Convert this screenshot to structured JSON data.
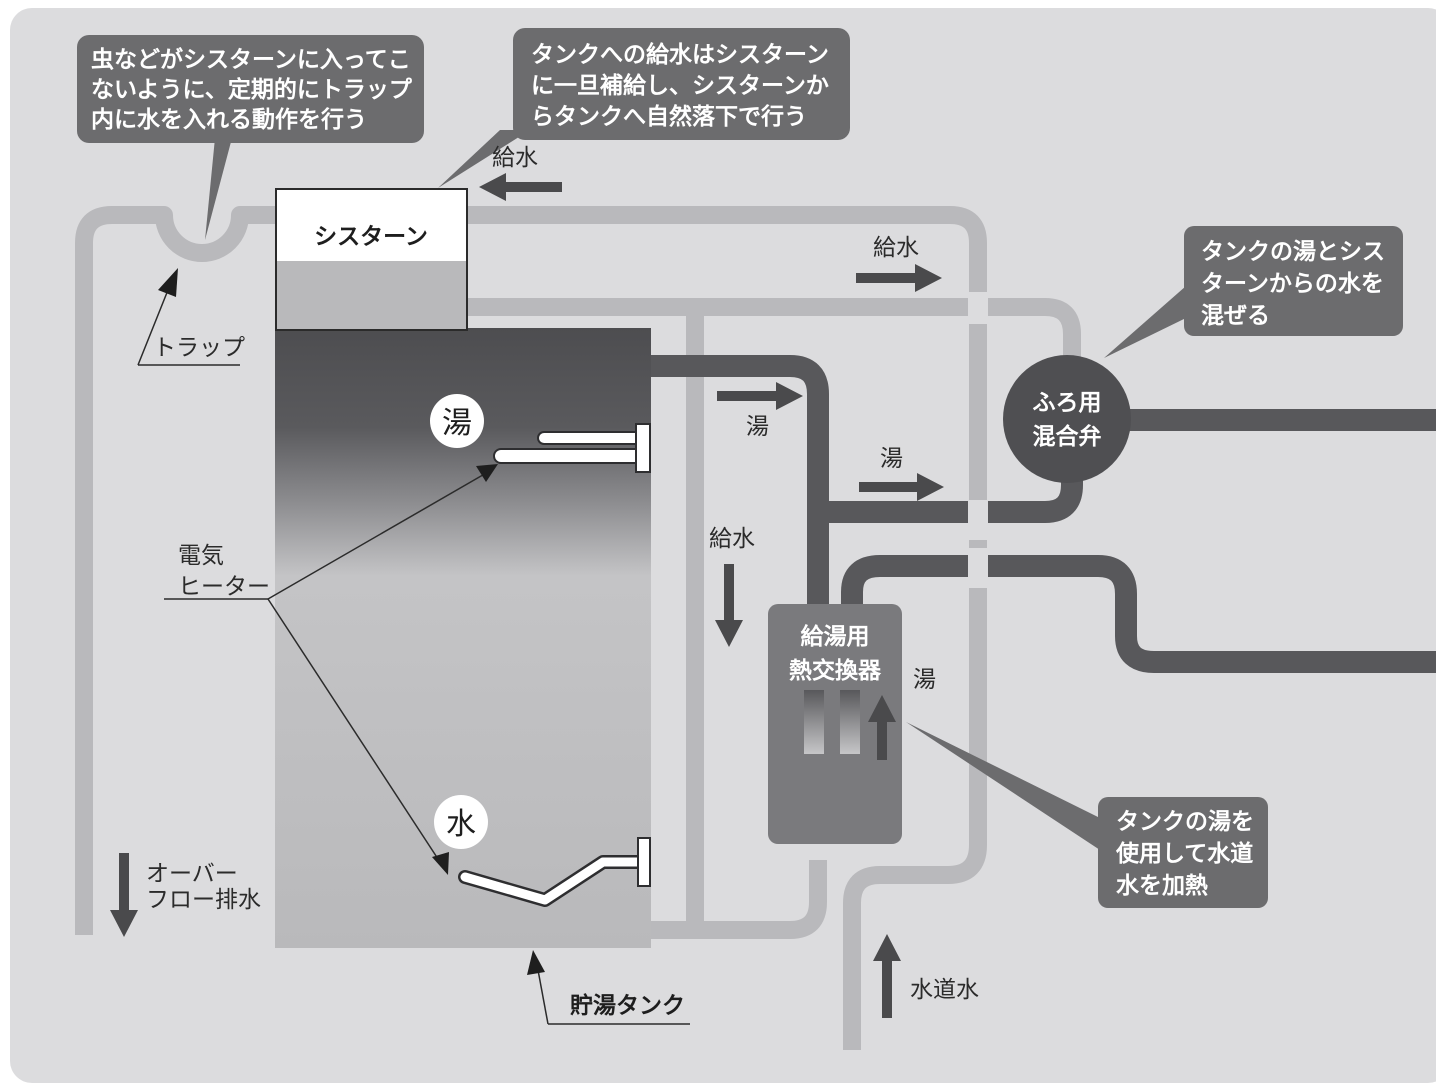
{
  "colors": {
    "background": "#dcdcde",
    "cold_pipe": "#b9b9bc",
    "hot_pipe": "#58585b",
    "callout": "#6c6c6e",
    "arrow": "#4a4a4c",
    "valve": "#4f4f52",
    "exchanger": "#7a7a7d"
  },
  "callouts": {
    "trap_note": [
      "虫などがシスターンに入ってこ",
      "ないように、定期的にトラップ",
      "内に水を入れる動作を行う"
    ],
    "cistern_note": [
      "タンクへの給水はシスターン",
      "に一旦補給し、シスターンか",
      "らタンクへ自然落下で行う"
    ],
    "mixer_note": [
      "タンクの湯とシス",
      "ターンからの水を",
      "混ぜる"
    ],
    "exchanger_note": [
      "タンクの湯を",
      "使用して水道",
      "水を加熱"
    ]
  },
  "components": {
    "cistern": "シスターン",
    "trap": "トラップ",
    "heater": [
      "電気",
      "ヒーター"
    ],
    "hot_badge": "湯",
    "cold_badge": "水",
    "storage_tank": "貯湯タンク",
    "overflow": [
      "オーバー",
      "フロー排水"
    ],
    "mixing_valve": [
      "ふろ用",
      "混合弁"
    ],
    "heat_exchanger": [
      "給湯用",
      "熱交換器"
    ]
  },
  "flow_labels": {
    "supply_top": "給水",
    "supply_right": "給水",
    "supply_down": "給水",
    "hot_1": "湯",
    "hot_2": "湯",
    "hot_3": "湯",
    "tap_water": "水道水"
  }
}
